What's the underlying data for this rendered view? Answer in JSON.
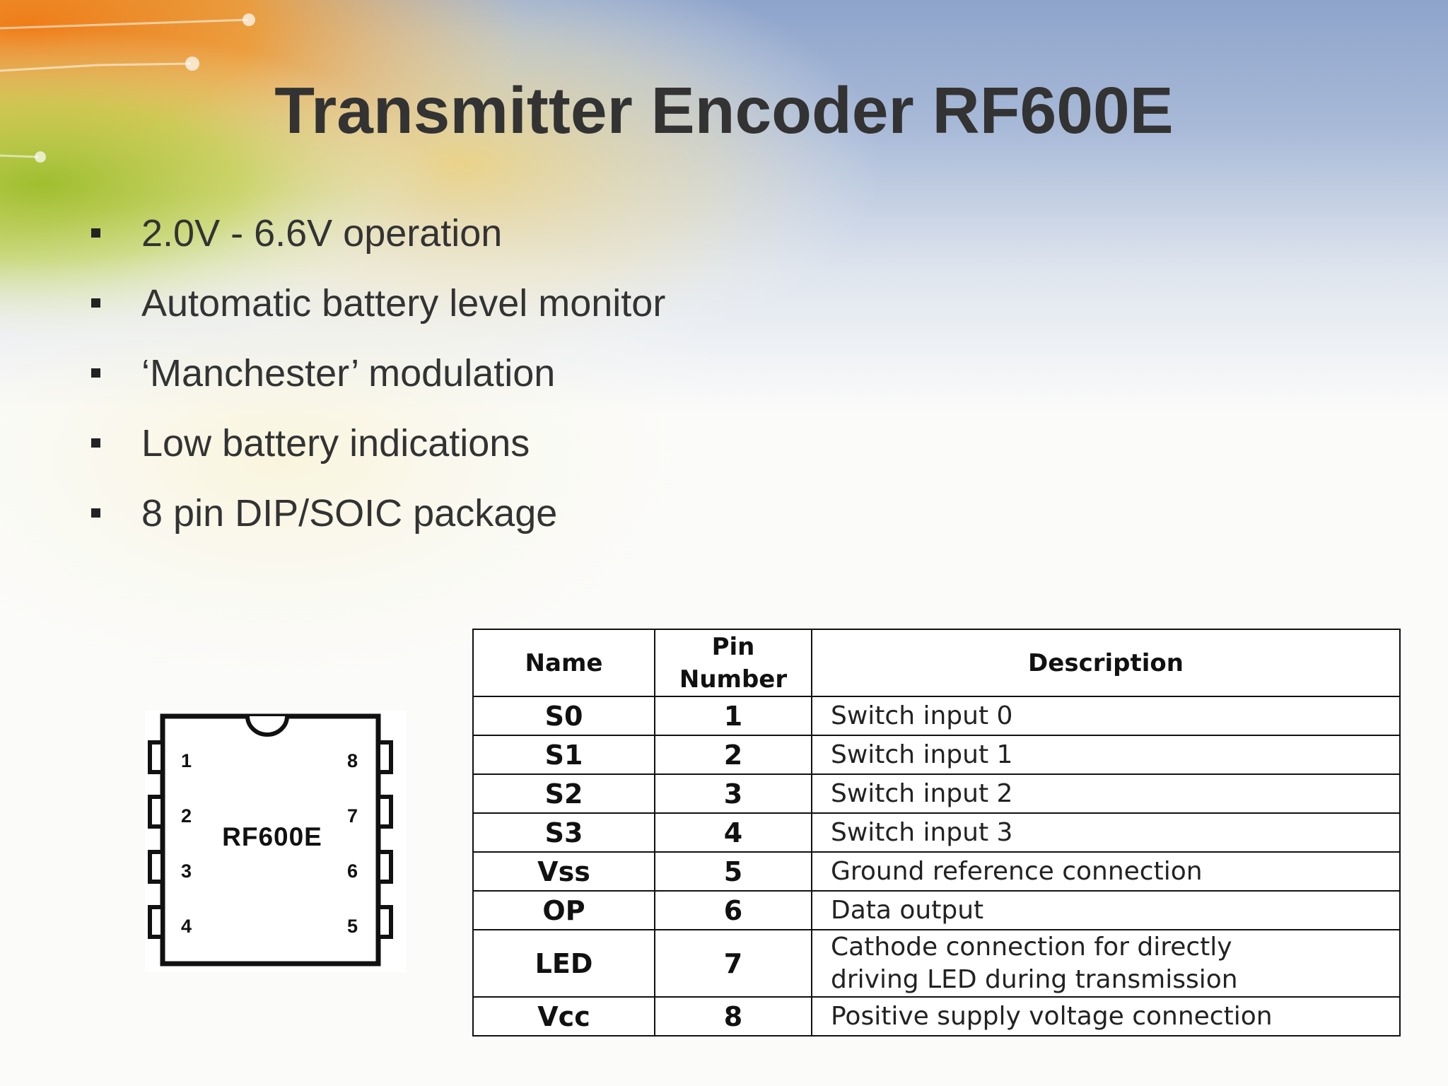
{
  "slide": {
    "title": "Transmitter Encoder RF600E",
    "bullets": [
      "2.0V - 6.6V operation",
      "Automatic battery level monitor",
      "‘Manchester’ modulation",
      "Low battery indications",
      "8 pin DIP/SOIC package"
    ]
  },
  "chip": {
    "label": "RF600E",
    "left_pins": [
      "1",
      "2",
      "3",
      "4"
    ],
    "right_pins": [
      "8",
      "7",
      "6",
      "5"
    ]
  },
  "pin_table": {
    "headers": {
      "name": "Name",
      "pin_line1": "Pin",
      "pin_line2": "Number",
      "description": "Description"
    },
    "rows": [
      {
        "name": "S0",
        "pin": "1",
        "desc": "Switch input 0"
      },
      {
        "name": "S1",
        "pin": "2",
        "desc": "Switch input 1"
      },
      {
        "name": "S2",
        "pin": "3",
        "desc": "Switch input 2"
      },
      {
        "name": "S3",
        "pin": "4",
        "desc": "Switch input 3"
      },
      {
        "name": "Vss",
        "pin": "5",
        "desc": "Ground reference connection"
      },
      {
        "name": "OP",
        "pin": "6",
        "desc": "Data output"
      },
      {
        "name": "LED",
        "pin": "7",
        "desc_line1": "Cathode connection for directly",
        "desc_line2": "driving LED during transmission"
      },
      {
        "name": "Vcc",
        "pin": "8",
        "desc": "Positive supply voltage connection"
      }
    ]
  },
  "colors": {
    "orange": "#f08a1e",
    "green": "#a8c63a",
    "blue": "#8fa6cc",
    "text": "#333333"
  }
}
